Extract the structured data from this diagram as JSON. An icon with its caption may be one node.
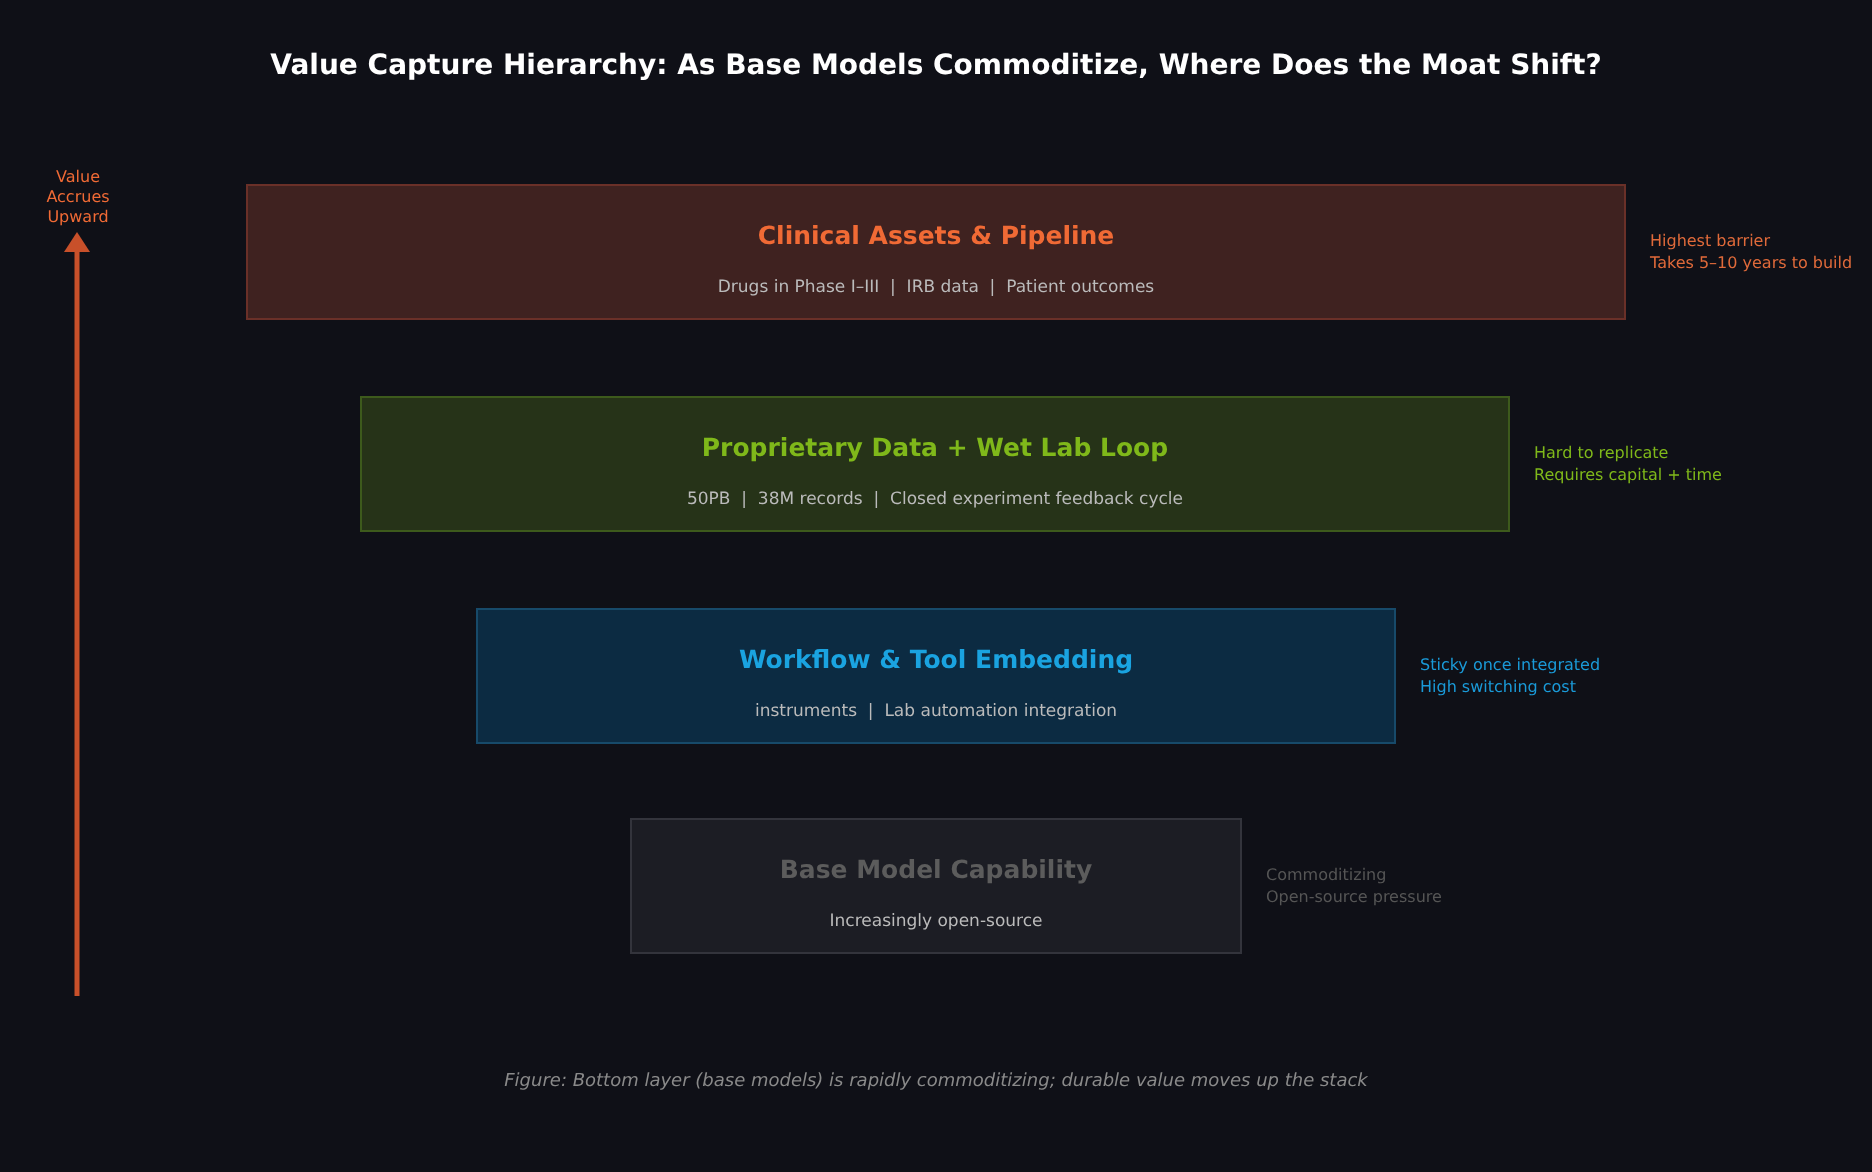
{
  "diagram": {
    "title": "Value Capture Hierarchy: As Base Models Commoditize, Where Does the Moat Shift?",
    "caption": "Figure: Bottom layer (base models) is rapidly commoditizing; durable value moves up the stack",
    "nodes": [
      {
        "text": [
          "Clinical Assets & Pipeline",
          "Drugs in Phase I–III  |  IRB data  |  Patient outcomes"
        ],
        "beside": [
          "Highest barrier",
          "Takes 5–10 years to build"
        ]
      },
      {
        "text": [
          "Proprietary Data + Wet Lab Loop",
          "50PB  |  38M records  |  Closed experiment feedback cycle"
        ],
        "beside": [
          "Hard to replicate",
          "Requires capital + time"
        ]
      },
      {
        "text": [
          "Workflow & Tool Embedding",
          "instruments  |  Lab automation integration"
        ],
        "beside": [
          "Sticky once integrated",
          "High switching cost"
        ]
      },
      {
        "text": [
          "Base Model Capability",
          "Increasingly open-source"
        ],
        "beside": [
          "Commoditizing",
          "Open-source pressure"
        ]
      }
    ],
    "labels": [
      "Value Accrues Upward"
    ]
  }
}
